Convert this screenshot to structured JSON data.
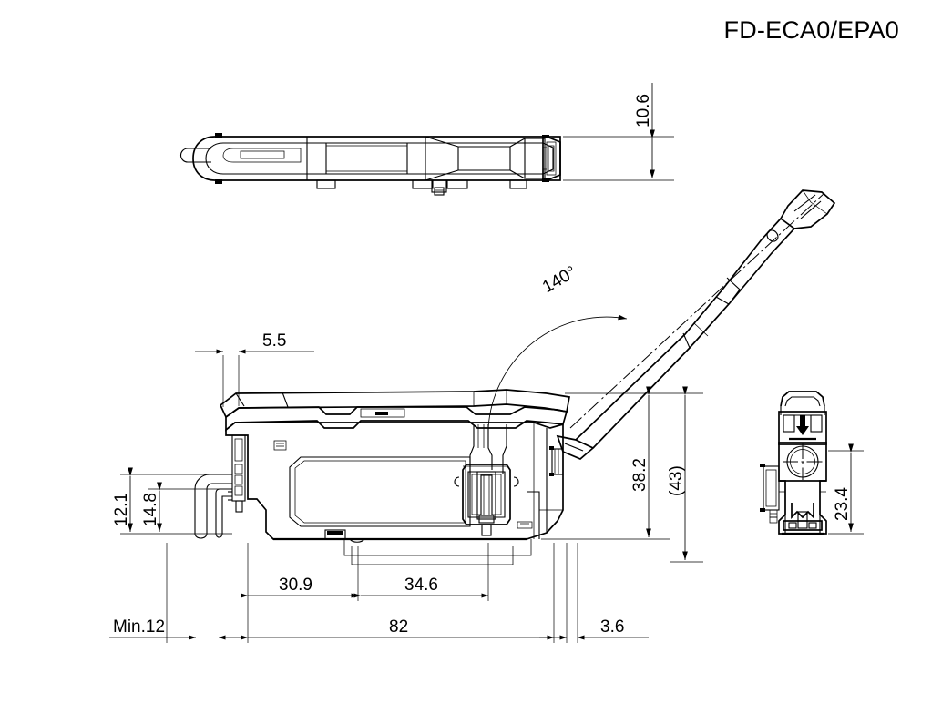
{
  "drawing": {
    "title": "FD-ECA0/EPA0",
    "type": "mechanical-dimension-drawing",
    "units": "mm",
    "background_color": "#ffffff",
    "line_color": "#000000",
    "views": [
      {
        "name": "top-view",
        "label": ""
      },
      {
        "name": "front-view",
        "label": ""
      },
      {
        "name": "right-side-view",
        "label": ""
      }
    ]
  },
  "dimensions": {
    "top_view_height": "10.6",
    "front_offset_top": "5.5",
    "lever_angle": "140°",
    "front_height_inner": "38.2",
    "front_height_overall": "(43)",
    "left_height_outer": "14.8",
    "left_height_inner": "12.1",
    "length_segment_1": "30.9",
    "length_segment_2": "34.6",
    "length_overall": "82",
    "tail_length": "3.6",
    "clearance_note": "Min.12",
    "side_view_height": "23.4"
  }
}
